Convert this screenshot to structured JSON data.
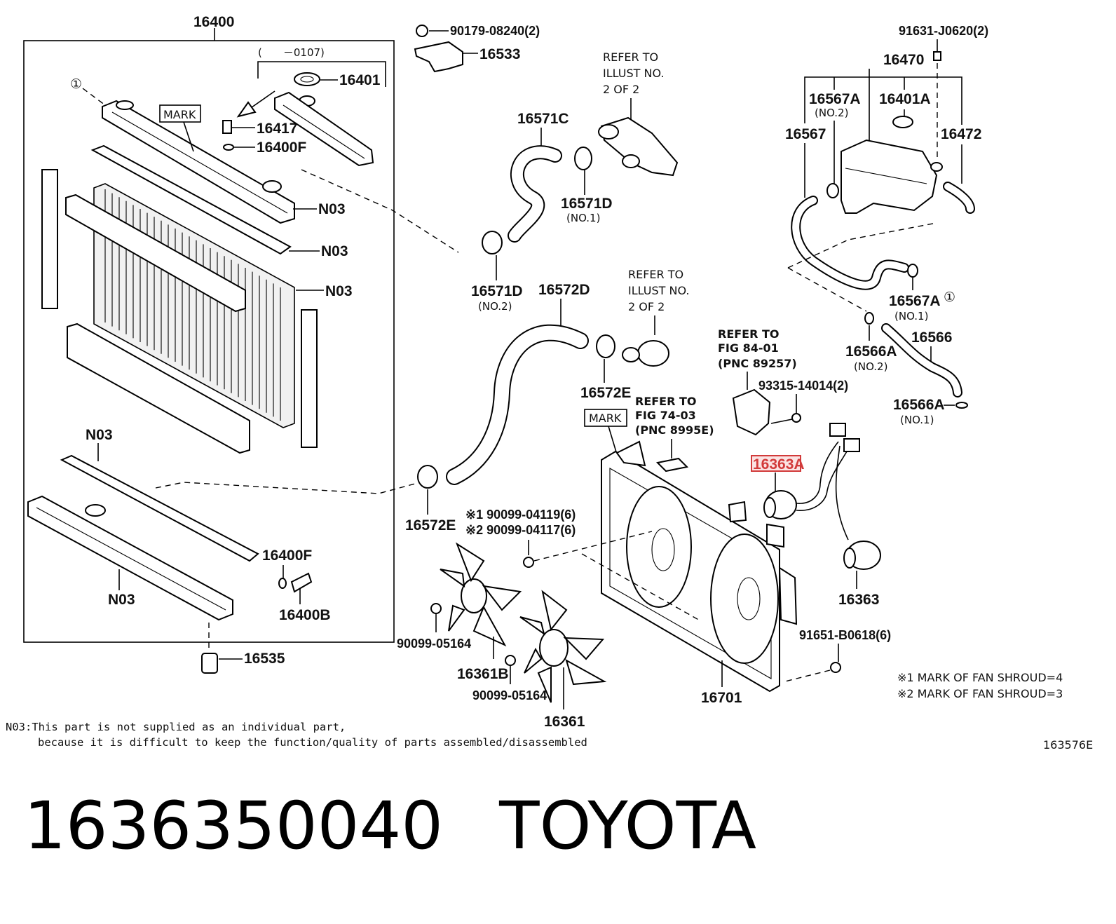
{
  "diagram": {
    "frame_part": "16400",
    "radiator_parts": {
      "cap_range": "(　　－0107)",
      "cap": "16401",
      "drain_plug": "16417",
      "o_ring_top": "16400F",
      "mark_label": "MARK",
      "n03_a": "N03",
      "n03_b": "N03",
      "n03_c": "N03",
      "n03_d": "N03",
      "n03_e": "N03",
      "o_ring_bottom": "16400F",
      "drain_cock": "16400B",
      "circle_ref": "①"
    },
    "bottom_cushion": "16535",
    "bracket": {
      "bolt": "90179-08240(2)",
      "part": "16533"
    },
    "upper_hose": {
      "refer": [
        "REFER TO",
        "ILLUST NO.",
        "2 OF 2"
      ],
      "hose": "16571C",
      "clamp_d1": "16571D",
      "clamp_d1_sub": "(NO.1)",
      "clamp_d2": "16571D",
      "clamp_d2_sub": "(NO.2)"
    },
    "lower_hose": {
      "refer": [
        "REFER TO",
        "ILLUST NO.",
        "2 OF 2"
      ],
      "hose": "16572D",
      "clamp_top": "16572E",
      "clamp_bottom": "16572E"
    },
    "reservoir": {
      "bolt": "91631-J0620(2)",
      "tank": "16470",
      "clamp_a2": "16567A",
      "clamp_a2_sub": "(NO.2)",
      "cap": "16401A",
      "hose": "16567",
      "overflow_hose": "16472",
      "clamp_a1": "16567A",
      "clamp_a1_sub": "(NO.1)",
      "circle_ref": "①"
    },
    "hose_16566": {
      "hose": "16566",
      "clamp_a2": "16566A",
      "clamp_a2_sub": "(NO.2)",
      "clamp_a1": "16566A",
      "clamp_a1_sub": "(NO.1)"
    },
    "relay": {
      "refer": [
        "REFER TO",
        "FIG 84-01",
        "(PNC 89257)"
      ],
      "screw": "93315-14014(2)"
    },
    "shroud": {
      "mark_label": "MARK",
      "refer": [
        "REFER TO",
        "FIG 74-03",
        "(PNC 8995E)"
      ],
      "motor_highlight": "16363A",
      "motor": "16363",
      "bolts_1": "※1 90099-04119(6)",
      "bolts_2": "※2 90099-04117(6)",
      "bolt_91651": "91651-B0618(6)",
      "shroud": "16701"
    },
    "fans": {
      "nut_left": "90099-05164",
      "fan_b": "16361B",
      "nut_right": "90099-05164",
      "fan": "16361"
    },
    "notes": {
      "mark1": "※1 MARK OF FAN SHROUD=4",
      "mark2": "※2 MARK OF FAN SHROUD=3",
      "n03_line1": "N03:This part is not supplied as an individual part,",
      "n03_line2": "because it is difficult to keep the function/quality of parts assembled/disassembled",
      "figure_code": "163576E"
    },
    "highlight_color": "#d23a3a"
  },
  "caption": {
    "part_number": "1636350040",
    "brand": "TOYOTA"
  }
}
